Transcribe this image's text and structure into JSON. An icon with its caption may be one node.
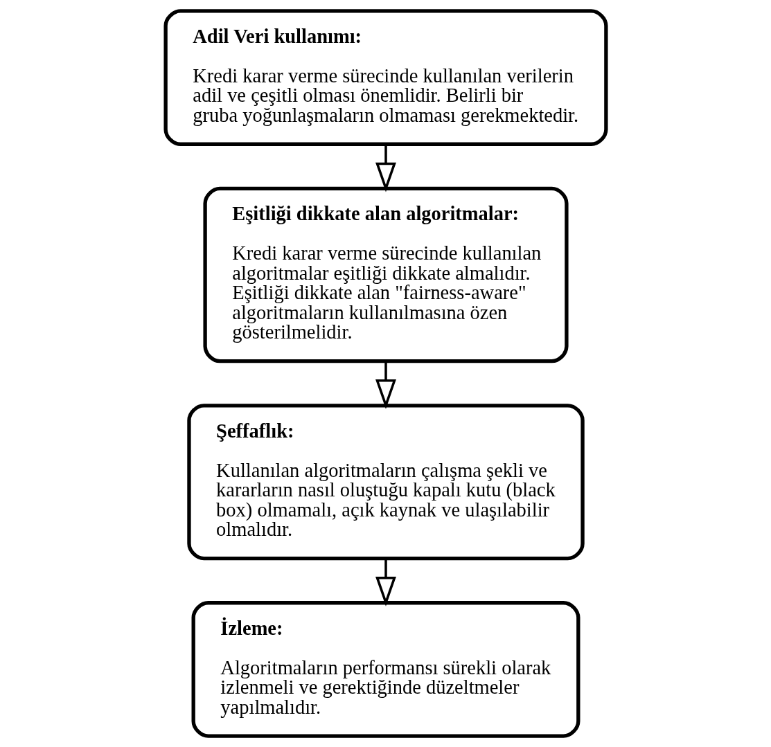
{
  "diagram": {
    "nodes": [
      {
        "text": [
          "Adil Veri kullanımı:",
          "Kredi karar verme sürecinde kullanılan verilerin adil ve çeşitli olması önemlidir. Belirli bir gruba yoğunlaşmaların olmaması gerekmektedir."
        ]
      },
      {
        "text": [
          "Eşitliği dikkate alan algoritmalar:",
          "Kredi karar verme sürecinde kullanılan algoritmalar eşitliği dikkate almalıdır. Eşitliği dikkate alan \"fairness-aware\" algoritmaların kullanılmasına özen gösterilmelidir."
        ]
      },
      {
        "text": [
          "Şeffaflık:",
          "Kullanılan algoritmaların çalışma şekli ve kararların nasıl oluştuğu kapalı kutu (black box) olmamalı, açık kaynak ve ulaşılabilir olmalıdır."
        ]
      },
      {
        "text": [
          "İzleme:",
          "Algoritmaların performansı sürekli olarak izlenmeli ve gerektiğinde düzeltmeler yapılmalıdır."
        ]
      }
    ],
    "edges": [
      {
        "from": 0,
        "to": 1,
        "arrow": "to"
      },
      {
        "from": 1,
        "to": 2,
        "arrow": "to"
      },
      {
        "from": 2,
        "to": 3,
        "arrow": "to"
      }
    ]
  }
}
